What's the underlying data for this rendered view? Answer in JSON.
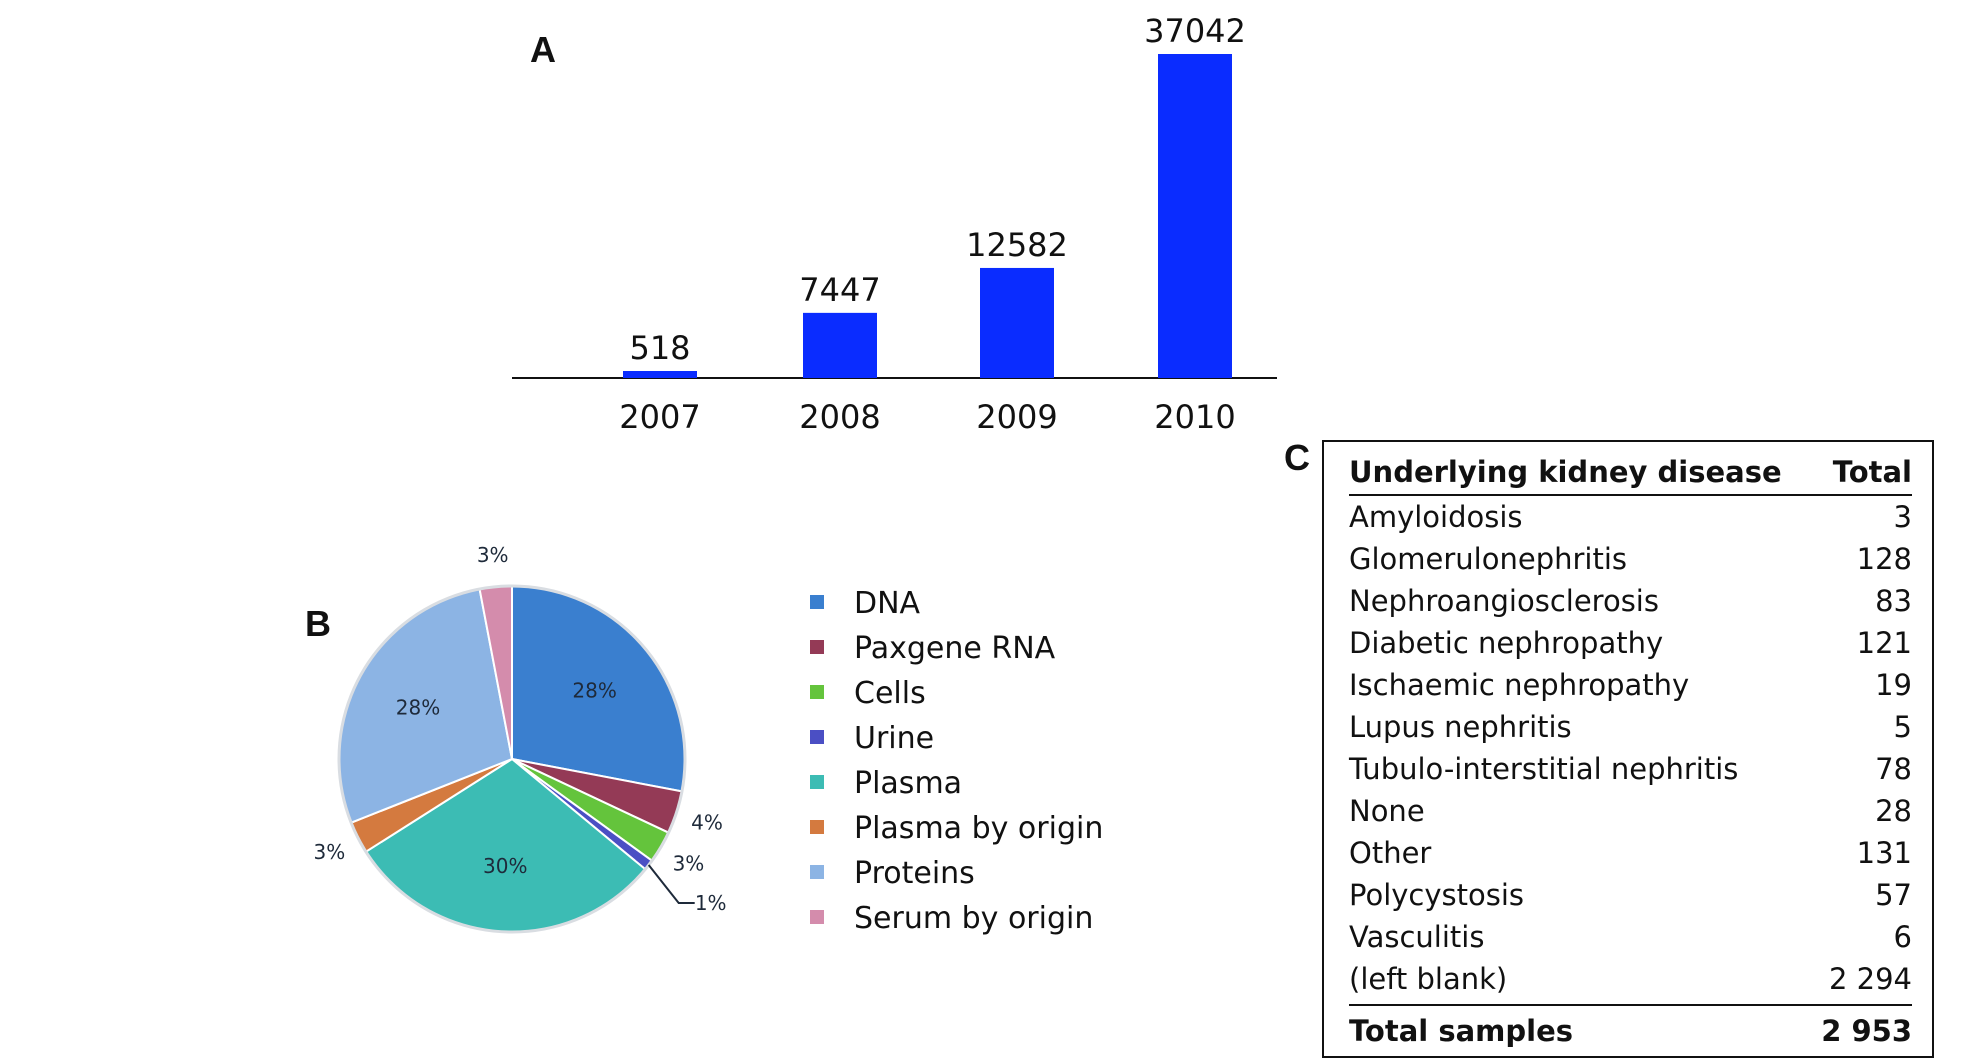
{
  "panels": {
    "a": "A",
    "b": "B",
    "c": "C"
  },
  "chart_data": [
    {
      "type": "bar",
      "categories": [
        "2007",
        "2008",
        "2009",
        "2010"
      ],
      "values": [
        518,
        7447,
        12582,
        37042
      ],
      "data_labels": [
        "518",
        "7447",
        "12582",
        "37042"
      ],
      "ylim": [
        0,
        37042
      ],
      "grid": false,
      "legend": "none",
      "color": "#0a2cff"
    },
    {
      "type": "pie",
      "labels": [
        "DNA",
        "Paxgene RNA",
        "Cells",
        "Urine",
        "Plasma",
        "Plasma by origin",
        "Proteins",
        "Serum by origin"
      ],
      "values": [
        28,
        4,
        3,
        1,
        30,
        3,
        28,
        3
      ],
      "data_labels": [
        "28%",
        "4%",
        "3%",
        "1%",
        "30%",
        "3%",
        "28%",
        "3%"
      ],
      "colors": [
        "#3a7fcf",
        "#943a56",
        "#64c43c",
        "#4b4fc4",
        "#3cbcb4",
        "#d47a3f",
        "#8cb4e4",
        "#d48cac"
      ],
      "legend": "right"
    },
    {
      "type": "table",
      "headers": [
        "Underlying kidney disease",
        "Total"
      ],
      "rows": [
        [
          "Amyloidosis",
          "3"
        ],
        [
          "Glomerulonephritis",
          "128"
        ],
        [
          "Nephroangiosclerosis",
          "83"
        ],
        [
          "Diabetic nephropathy",
          "121"
        ],
        [
          "Ischaemic nephropathy",
          "19"
        ],
        [
          "Lupus nephritis",
          "5"
        ],
        [
          "Tubulo-interstitial nephritis",
          "78"
        ],
        [
          "None",
          "28"
        ],
        [
          "Other",
          "131"
        ],
        [
          "Polycystosis",
          "57"
        ],
        [
          "Vasculitis",
          "6"
        ],
        [
          "(left blank)",
          "2 294"
        ]
      ],
      "footer": [
        "Total samples",
        "2 953"
      ]
    }
  ]
}
